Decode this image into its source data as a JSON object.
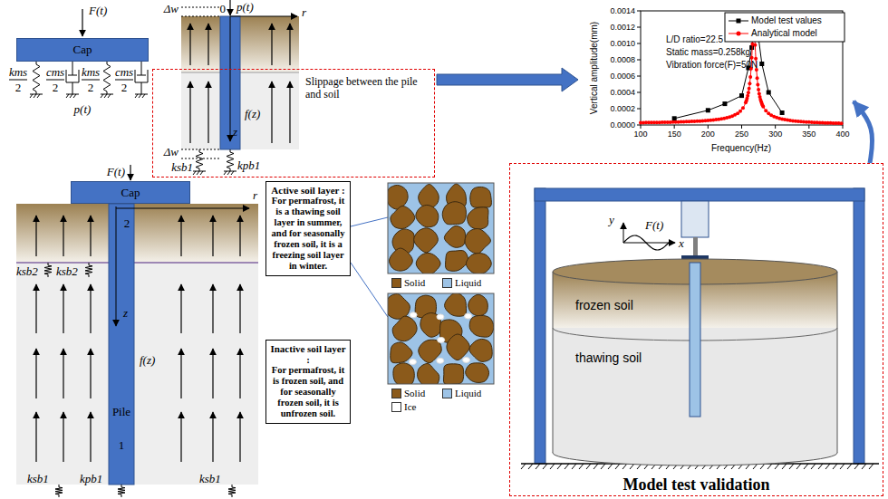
{
  "diagram": {
    "nodes": [
      {
        "text": [
          "Cap"
        ]
      },
      {
        "text": [
          "Slippage between the pile and soil"
        ]
      },
      {
        "text": [
          "Cap"
        ]
      },
      {
        "text": [
          "Pile"
        ]
      },
      {
        "text": [
          "Active soil layer :",
          "For permafrost, it is a thawing soil layer in summer, and for seasonally frozen soil, it is a freezing soil layer in winter."
        ]
      },
      {
        "text": [
          "Inactive soil layer :",
          "For permafrost, it is frozen soil, and for seasonally frozen soil, it is unfrozen soil."
        ]
      },
      {
        "text": [
          "L/D ratio=22.5",
          "Static mass=0.258kg",
          "Vibration force(F)=50N"
        ]
      },
      {
        "text": [
          "Model test validation"
        ]
      },
      {
        "text": [
          "frozen soil"
        ],
        "in": 7
      },
      {
        "text": [
          "thawing soil"
        ],
        "in": 7
      }
    ],
    "edges": [
      {
        "from": 1,
        "to": 6,
        "arrow": "to"
      },
      {
        "from": 7,
        "to": 6,
        "arrow": "to"
      }
    ],
    "labels": [
      "F(t)",
      "kms",
      "2",
      "cms",
      "2",
      "kms",
      "2",
      "cms",
      "2",
      "p(t)",
      "Δw",
      "0",
      "p(t)",
      "r",
      "f(z)",
      "z",
      "Δw",
      "ksb1",
      "kpb1",
      "F(t)",
      "r",
      "2",
      "z",
      "f(z)",
      "1",
      "ksb2",
      "ksb2",
      "ksb1",
      "kpb1",
      "ksb1",
      "0.0000",
      "0.0002",
      "0.0004",
      "0.0006",
      "0.0008",
      "0.0010",
      "0.0012",
      "0.0014",
      "100",
      "150",
      "200",
      "250",
      "300",
      "350",
      "400",
      "Vertical amplitude(mm)",
      "Frequency(Hz)",
      "F(t)",
      "x",
      "y"
    ],
    "legend": [
      {
        "text": "Solid",
        "color": "#8B5A1B"
      },
      {
        "text": "Liquid",
        "color": "#9DC3E6"
      },
      {
        "text": "Solid",
        "color": "#8B5A1B"
      },
      {
        "text": "Liquid",
        "color": "#9DC3E6"
      },
      {
        "text": "Ice",
        "color": "#FFFFFF"
      },
      {
        "text": "Model test values"
      },
      {
        "text": "Analytical model"
      }
    ]
  }
}
